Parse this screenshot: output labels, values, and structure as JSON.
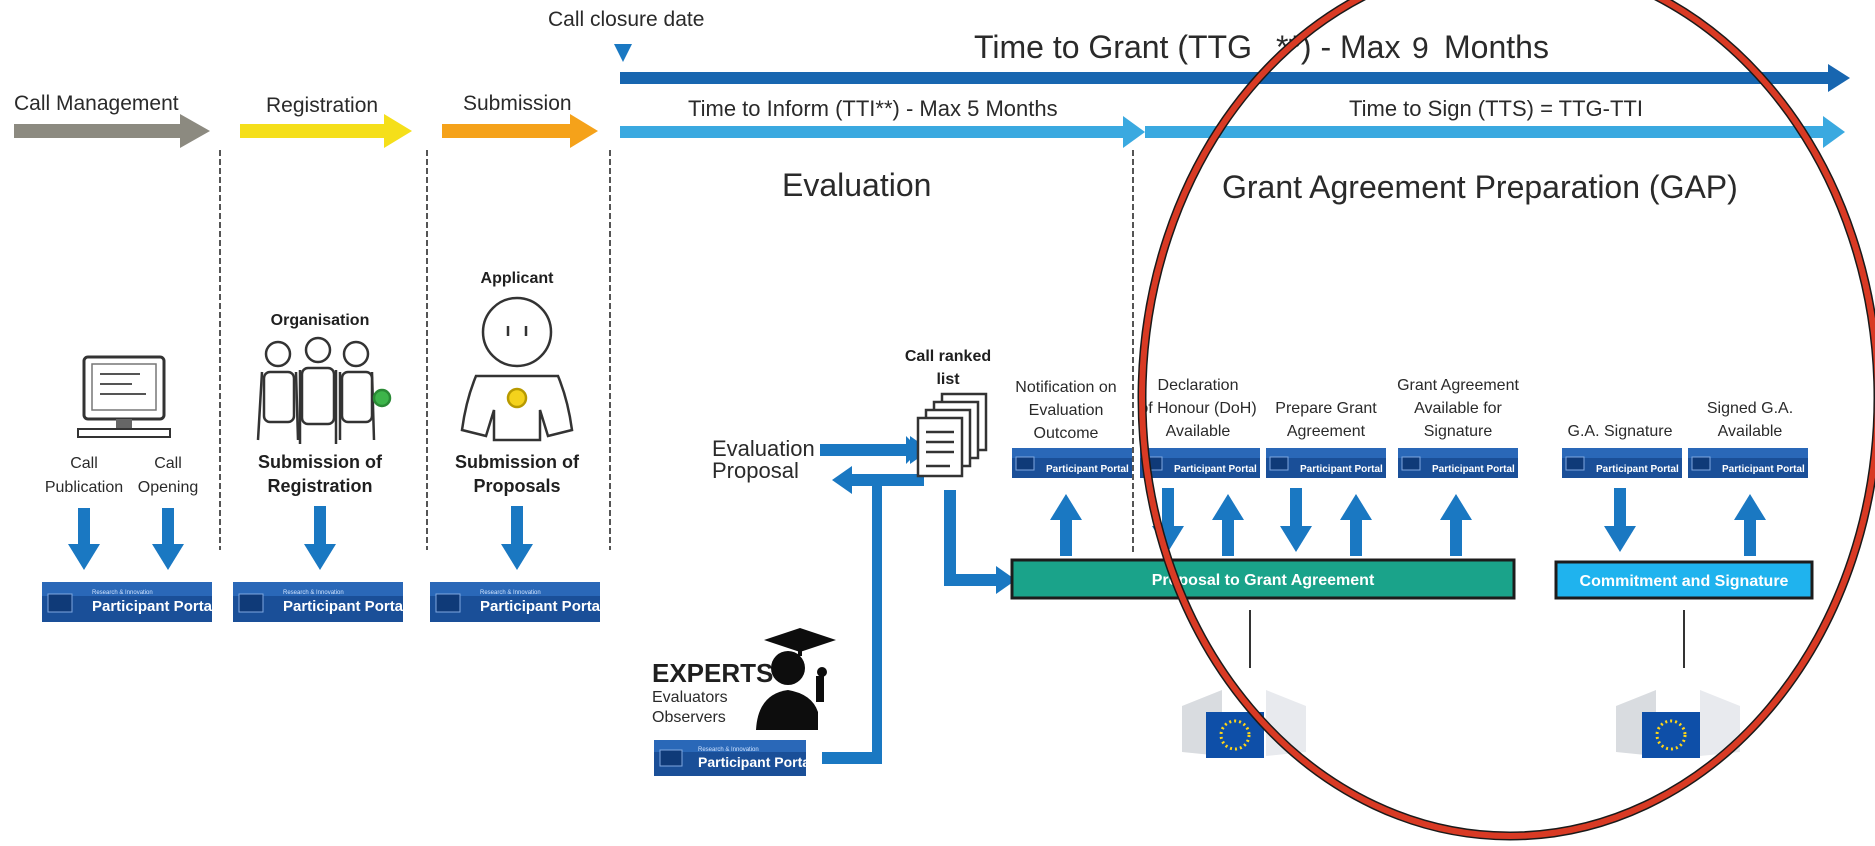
{
  "call_closure": {
    "label": "Call closure date"
  },
  "ttg": {
    "label_pre": "Time to Grant (TTG",
    "label_hidden": "**) - Max",
    "label_num": "9",
    "label_post": "Months"
  },
  "tti": {
    "label": "Time to Inform (TTI**) - Max 5 Months"
  },
  "tts": {
    "label": "Time to Sign (TTS) = TTG-TTI"
  },
  "phases": {
    "call_management": "Call Management",
    "registration": "Registration",
    "submission": "Submission"
  },
  "sections": {
    "evaluation": "Evaluation",
    "gap": "Grant Agreement Preparation (GAP)"
  },
  "call": {
    "publication_1": "Call",
    "publication_2": "Publication",
    "opening_1": "Call",
    "opening_2": "Opening"
  },
  "registration": {
    "heading": "Organisation",
    "label_1": "Submission of",
    "label_2": "Registration"
  },
  "applicant": {
    "heading": "Applicant",
    "label_1": "Submission of",
    "label_2": "Proposals"
  },
  "portal": {
    "small": "Research & Innovation",
    "name": "Participant Portal"
  },
  "evaluation": {
    "proposal_1": "Evaluation",
    "proposal_2": "Proposal",
    "ranked_1": "Call ranked",
    "ranked_2": "list",
    "experts": "EXPERTS",
    "evaluators": "Evaluators",
    "observers": "Observers"
  },
  "gap_steps": {
    "notification": [
      "Notification on",
      "Evaluation",
      "Outcome"
    ],
    "doh": [
      "Declaration",
      "of Honour (DoH)",
      "Available"
    ],
    "prepare": [
      "Prepare Grant",
      "Agreement"
    ],
    "available": [
      "Grant Agreement",
      "Available for",
      "Signature"
    ],
    "signature": [
      "G.A. Signature"
    ],
    "signed": [
      "Signed G.A.",
      "Available"
    ]
  },
  "bars": {
    "proposal_to_ga": "Proposal to Grant Agreement",
    "commitment": "Commitment and Signature"
  },
  "colors": {
    "arrow_blue": "#1a78c2",
    "timeline_blue": "#1866b0",
    "light_blue": "#3aa9e0",
    "grey": "#8c8a80",
    "yellow": "#f5df1a",
    "orange": "#f5a21a",
    "teal": "#1aa38a",
    "cyan": "#1fb3ee",
    "portal_blue": "#14488f",
    "red_circle": "#d93a24",
    "eu_blue": "#0e4fa8",
    "eu_star": "#ffd617"
  }
}
